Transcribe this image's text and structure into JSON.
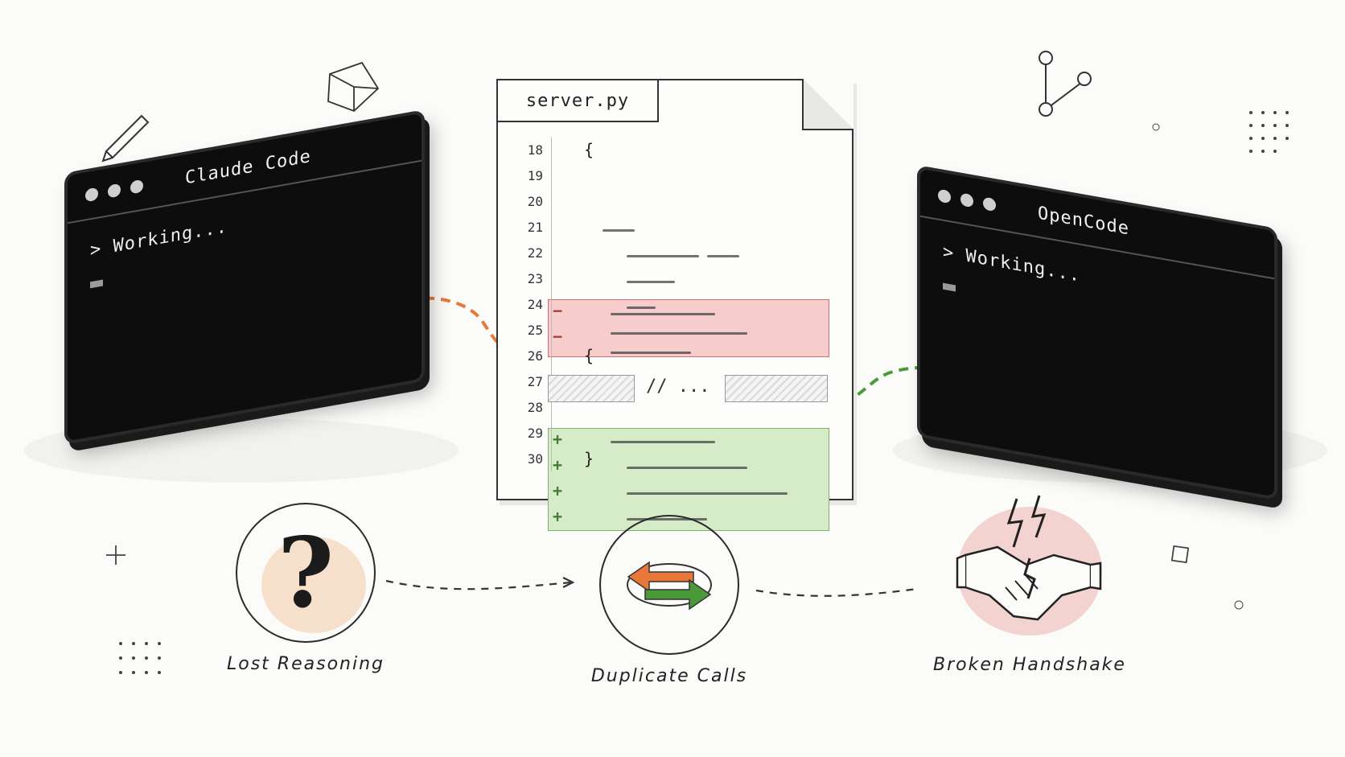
{
  "left_terminal": {
    "title": "Claude Code",
    "prompt": "> Working..."
  },
  "right_terminal": {
    "title": "OpenCode",
    "prompt": "> Working..."
  },
  "file": {
    "name": "server.py",
    "lines": [
      {
        "num": "18",
        "text": "{"
      },
      {
        "num": "19",
        "text": ""
      },
      {
        "num": "20",
        "text": ""
      },
      {
        "num": "21",
        "text": ""
      },
      {
        "num": "22",
        "text": ""
      },
      {
        "num": "23",
        "text": ""
      },
      {
        "num": "24",
        "text": ""
      },
      {
        "num": "25",
        "text": ""
      },
      {
        "num": "26",
        "text": "{"
      },
      {
        "num": "27",
        "text": ""
      },
      {
        "num": "28",
        "text": ""
      },
      {
        "num": "29",
        "text": ""
      },
      {
        "num": "30",
        "text": "}"
      }
    ],
    "removed_marker": "−",
    "added_marker": "+",
    "elided": "// ..."
  },
  "problems": [
    {
      "label": "Lost Reasoning",
      "icon": "question-mark-icon"
    },
    {
      "label": "Duplicate Calls",
      "icon": "swap-arrows-icon"
    },
    {
      "label": "Broken Handshake",
      "icon": "broken-handshake-icon"
    }
  ],
  "colors": {
    "removed_bg": "#f6cccc",
    "added_bg": "#d6ebc8",
    "orange": "#e8773a",
    "green": "#4a9a3a",
    "terminal_bg": "#0d0d0d"
  }
}
